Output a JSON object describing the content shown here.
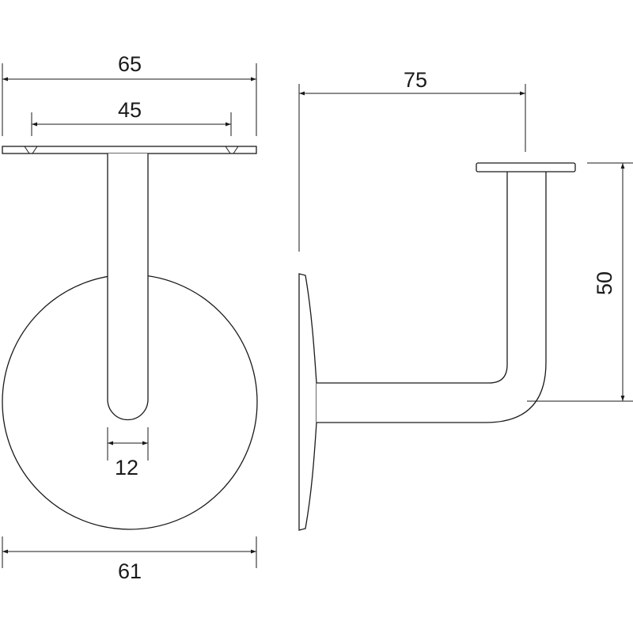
{
  "dimensions": {
    "top_plate_width": "65",
    "hole_spacing": "45",
    "arm_width": "12",
    "disc_diameter": "61",
    "projection": "75",
    "height": "50"
  },
  "colors": {
    "line": "#1a1a1a",
    "background": "#ffffff"
  }
}
